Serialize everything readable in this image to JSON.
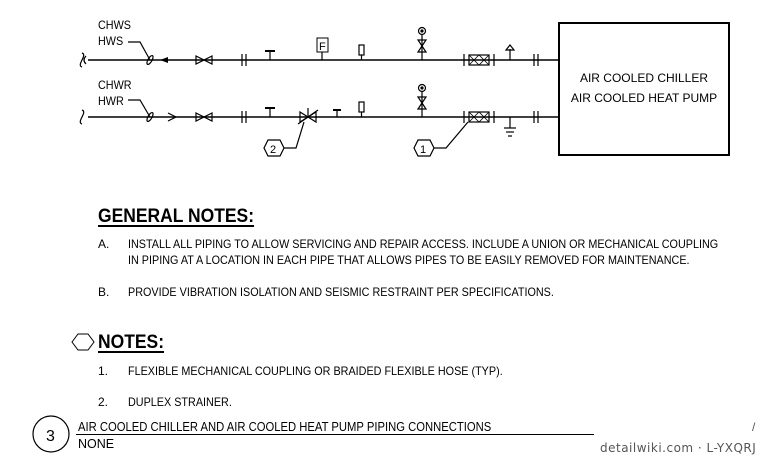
{
  "diagram": {
    "supply_labels": [
      "CHWS",
      "HWS"
    ],
    "return_labels": [
      "CHWR",
      "HWR"
    ],
    "equipment_lines": [
      "AIR COOLED CHILLER",
      "AIR COOLED HEAT PUMP"
    ],
    "flow_switch_letter": "F",
    "callouts": [
      "1",
      "2"
    ]
  },
  "general_notes": {
    "heading": "GENERAL NOTES:",
    "items": [
      {
        "marker": "A.",
        "lines": [
          "INSTALL ALL PIPING TO ALLOW SERVICING AND REPAIR ACCESS. INCLUDE A UNION OR MECHANICAL COUPLING",
          "IN PIPING AT A LOCATION IN EACH PIPE THAT ALLOWS PIPES TO BE EASILY REMOVED FOR MAINTENANCE."
        ]
      },
      {
        "marker": "B.",
        "lines": [
          "PROVIDE VIBRATION ISOLATION AND SEISMIC RESTRAINT PER SPECIFICATIONS."
        ]
      }
    ]
  },
  "notes": {
    "heading": "NOTES:",
    "items": [
      {
        "marker": "1.",
        "text": "FLEXIBLE MECHANICAL COUPLING OR BRAIDED FLEXIBLE HOSE (TYP)."
      },
      {
        "marker": "2.",
        "text": "DUPLEX STRAINER."
      }
    ]
  },
  "title_block": {
    "number": "3",
    "title": "AIR COOLED CHILLER AND AIR COOLED HEAT PUMP PIPING CONNECTIONS",
    "scale": "NONE"
  },
  "watermark": "detailwiki.com · L-YXQRJ",
  "corner_mark": "/"
}
